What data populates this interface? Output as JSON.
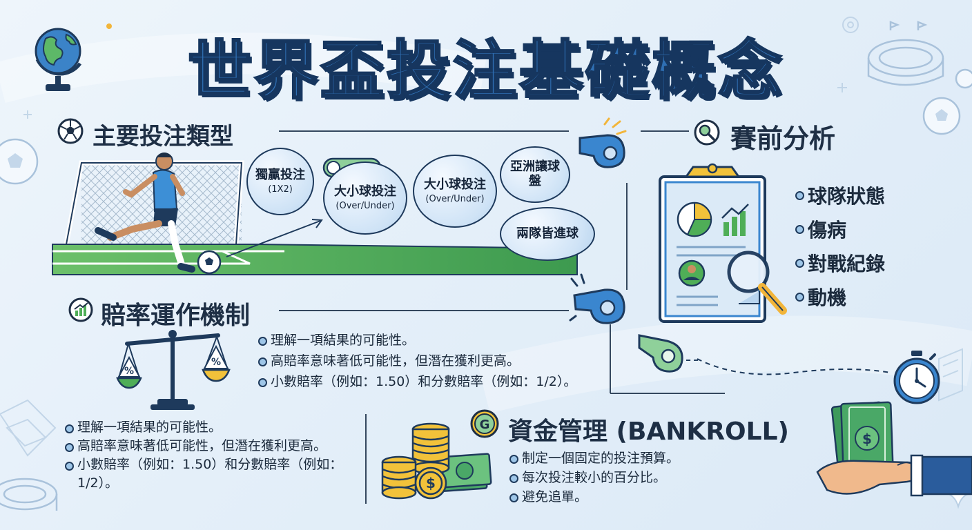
{
  "title": "世界盃投注基礎概念",
  "sections": {
    "bet_types": {
      "heading": "主要投注類型",
      "options": [
        {
          "main": "獨贏投注",
          "sub": "(1X2)"
        },
        {
          "main": "大小球投注",
          "sub": "(Over/Under)"
        },
        {
          "main": "大小球投注",
          "sub": "(Over/Under)"
        },
        {
          "main": "亞洲讓球盤",
          "sub": ""
        },
        {
          "main": "兩隊皆進球",
          "sub": ""
        }
      ]
    },
    "analysis": {
      "heading": "賽前分析",
      "items": [
        "球隊狀態",
        "傷病",
        "對戰紀錄",
        "動機"
      ]
    },
    "odds": {
      "heading": "賠率運作機制",
      "points_top": [
        "理解一項結果的可能性。",
        "高賠率意味著低可能性，但潛在獲利更高。",
        "小數賠率（例如：1.50）和分數賠率（例如：1/2）。"
      ],
      "points_bottom": [
        "理解一項結果的可能性。",
        "高賠率意味著低可能性，但潛在獲利更高。",
        "小數賠率（例如：1.50）和分數賠率（例如：1/2）。"
      ],
      "scale_symbol": "%"
    },
    "bankroll": {
      "heading": "資金管理 (BANKROLL)",
      "icon_letter": "G",
      "points": [
        "制定一個固定的投注預算。",
        "每次投注較小的百分比。",
        "避免追單。"
      ],
      "coin_symbol": "$",
      "bill_symbol": "$"
    }
  },
  "colors": {
    "title_fill": "#2f6fb3",
    "title_outline": "#16365f",
    "navy": "#1e3a5c",
    "pitch_green": "#4fae57",
    "gold": "#f2c23a",
    "money_green": "#4aa867"
  },
  "icons": [
    "globe-icon",
    "soccer-ball-icon",
    "magnifier-icon",
    "chart-icon",
    "whistle-icon",
    "clipboard-icon",
    "stopwatch-icon",
    "scale-icon",
    "coins-icon",
    "cash-hand-icon",
    "stadium-icon"
  ]
}
